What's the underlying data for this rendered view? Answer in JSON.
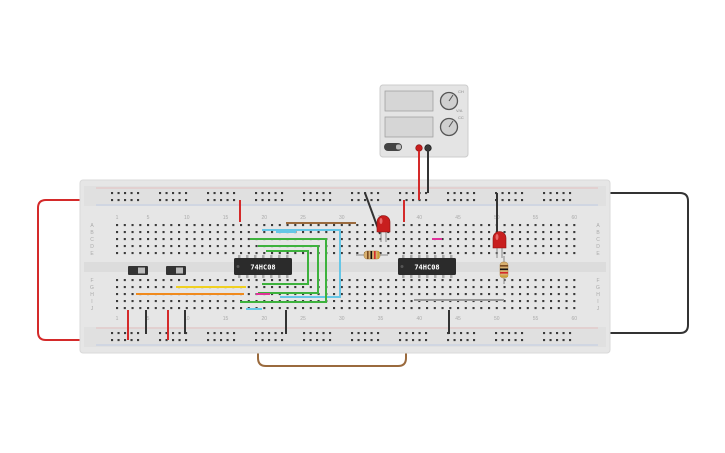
{
  "chips": [
    {
      "label": "74HC08"
    },
    {
      "label": "74HC08"
    }
  ],
  "power_supply": {
    "indicator_top": "CH",
    "indicator_mid": "V/A",
    "indicator_bottom": "CC",
    "switch_label": "",
    "brand": ""
  },
  "breadboard": {
    "column_numbers": [
      "1",
      "5",
      "10",
      "15",
      "20",
      "25",
      "30",
      "35",
      "40",
      "45",
      "50",
      "55",
      "60"
    ],
    "rows_top": [
      "A",
      "B",
      "C",
      "D",
      "E"
    ],
    "rows_bottom": [
      "F",
      "G",
      "H",
      "I",
      "J"
    ]
  },
  "colors": {
    "board": "#e6e6e6",
    "hole": "#3a3a3a",
    "wire_red": "#d42a2a",
    "wire_black": "#333333",
    "wire_brown": "#9a6a3d",
    "wire_green": "#3db23d",
    "wire_cyan": "#66c6e6",
    "wire_yellow": "#f0d020",
    "wire_orange": "#f08a1c",
    "wire_pink": "#e0339a",
    "wire_gray": "#999999",
    "led": "#c81e1e",
    "chip": "#2b2b2b"
  }
}
